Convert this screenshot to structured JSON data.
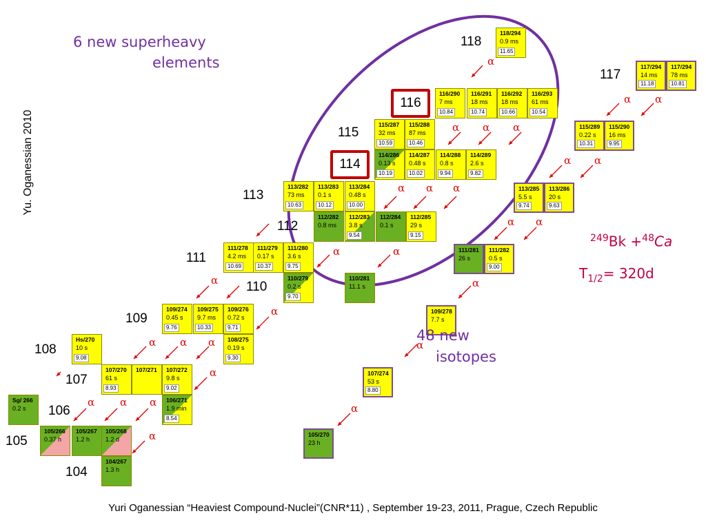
{
  "titles": {
    "new_elements_line1": "6 new superheavy",
    "new_elements_line2": "elements",
    "new_isotopes_line1": "48 new",
    "new_isotopes_line2": "isotopes",
    "author_vertical": "Yu. Oganessian 2010",
    "footer": "Yuri Oganessian “Heaviest Compound-Nuclei”(CNR*11) , September 19-23, 2011, Prague, Czech Republic"
  },
  "reaction": {
    "target_mass": "249",
    "target_symbol": "Bk",
    "plus": "+",
    "projectile_mass": "48",
    "projectile_symbol": "Ca",
    "halflife_symbol": "T",
    "halflife_sub": "1/2",
    "halflife_value": "= 320d"
  },
  "z_labels": [
    "118",
    "117",
    "116",
    "115",
    "114",
    "113",
    "112",
    "111",
    "110",
    "109",
    "108",
    "107",
    "106",
    "105",
    "104"
  ],
  "highlighted_elements": [
    "116",
    "114"
  ],
  "alpha_symbol": "α",
  "colors": {
    "yellow_cell": "#ffff00",
    "green_cell": "#6ab023",
    "pink_cell": "#f4a6a6",
    "ellipse": "#7030a0",
    "arrow": "#e00000",
    "highlight_box": "#c00000",
    "reaction_text": "#c00040"
  },
  "nuclides": [
    {
      "name": "118/294",
      "halflife": "0.9 ms",
      "energy": "11.65",
      "color": "yellow"
    },
    {
      "name": "117/294",
      "halflife": "14 ms",
      "energy": "11.18",
      "color": "yellow",
      "framed": true
    },
    {
      "name": "117/294",
      "halflife": "78 ms",
      "energy": "10.81",
      "color": "yellow",
      "framed": true
    },
    {
      "name": "116/290",
      "halflife": "7 ms",
      "energy": "10.84",
      "color": "yellow"
    },
    {
      "name": "116/291",
      "halflife": "18 ms",
      "energy": "10.74",
      "color": "yellow"
    },
    {
      "name": "116/292",
      "halflife": "18 ms",
      "energy": "10.66",
      "color": "yellow"
    },
    {
      "name": "116/293",
      "halflife": "61 ms",
      "energy": "10.54",
      "color": "yellow"
    },
    {
      "name": "115/287",
      "halflife": "32 ms",
      "energy": "10.59",
      "color": "yellow"
    },
    {
      "name": "115/288",
      "halflife": "87 ms",
      "energy": "10.46",
      "color": "yellow"
    },
    {
      "name": "115/289",
      "halflife": "0.22 s",
      "energy": "10.31",
      "color": "yellow",
      "framed": true
    },
    {
      "name": "115/290",
      "halflife": "16 ms",
      "energy": "9.95",
      "color": "yellow",
      "framed": true
    },
    {
      "name": "114/286",
      "halflife": "0.13 s",
      "energy": "10.19",
      "color": "green_yellow"
    },
    {
      "name": "114/287",
      "halflife": "0.48 s",
      "energy": "10.02",
      "color": "yellow"
    },
    {
      "name": "114/288",
      "halflife": "0.8 s",
      "energy": "9.94",
      "color": "yellow"
    },
    {
      "name": "114/289",
      "halflife": "2.6 s",
      "energy": "9.82",
      "color": "yellow"
    },
    {
      "name": "113/282",
      "halflife": "73 ms",
      "energy": "10.63",
      "color": "yellow"
    },
    {
      "name": "113/283",
      "halflife": "0.1 s",
      "energy": "10.12",
      "color": "yellow"
    },
    {
      "name": "113/284",
      "halflife": "0.48 s",
      "energy": "10.00",
      "color": "yellow"
    },
    {
      "name": "113/285",
      "halflife": "5.5 s",
      "energy": "9.74",
      "color": "yellow",
      "framed": true
    },
    {
      "name": "113/286",
      "halflife": "20 s",
      "energy": "9.63",
      "color": "yellow",
      "framed": true
    },
    {
      "name": "112/282",
      "halflife": "0.8 ms",
      "energy": "",
      "color": "green"
    },
    {
      "name": "112/283",
      "halflife": "3.8 s",
      "energy": "9.54",
      "color": "yellow_green"
    },
    {
      "name": "112/284",
      "halflife": "0.1 s",
      "energy": "",
      "color": "green"
    },
    {
      "name": "112/285",
      "halflife": "29 s",
      "energy": "9.15",
      "color": "yellow"
    },
    {
      "name": "111/278",
      "halflife": "4.2 ms",
      "energy": "10.69",
      "color": "yellow"
    },
    {
      "name": "111/279",
      "halflife": "0.17 s",
      "energy": "10.37",
      "color": "yellow"
    },
    {
      "name": "111/280",
      "halflife": "3.6 s",
      "energy": "9.75",
      "color": "yellow"
    },
    {
      "name": "111/281",
      "halflife": "26 s",
      "energy": "",
      "color": "green",
      "framed": true
    },
    {
      "name": "111/282",
      "halflife": "0.5 s",
      "energy": "9.00",
      "color": "yellow",
      "framed": true
    },
    {
      "name": "110/279",
      "halflife": "0.2 s",
      "energy": "9.70",
      "color": "green_yellow"
    },
    {
      "name": "110/281",
      "halflife": "11.1 s",
      "energy": "",
      "color": "green"
    },
    {
      "name": "109/274",
      "halflife": "0.45 s",
      "energy": "9.76",
      "color": "yellow"
    },
    {
      "name": "109/275",
      "halflife": "9.7 ms",
      "energy": "10.33",
      "color": "yellow"
    },
    {
      "name": "109/276",
      "halflife": "0.72 s",
      "energy": "9.71",
      "color": "yellow"
    },
    {
      "name": "109/278",
      "halflife": "7.7 s",
      "energy": "",
      "color": "yellow",
      "framed": true
    },
    {
      "name": "108/275",
      "halflife": "0.19 s",
      "energy": "9.30",
      "color": "yellow"
    },
    {
      "name": "Hs/270",
      "halflife": "10 s",
      "energy": "9.08",
      "color": "yellow"
    },
    {
      "name": "107/270",
      "halflife": "61 s",
      "energy": "8.93",
      "color": "yellow"
    },
    {
      "name": "107/271",
      "halflife": "",
      "energy": "",
      "color": "yellow"
    },
    {
      "name": "107/272",
      "halflife": "9.8 s",
      "energy": "9.02",
      "color": "yellow"
    },
    {
      "name": "107/274",
      "halflife": "53 s",
      "energy": "8.80",
      "color": "yellow",
      "framed": true
    },
    {
      "name": "Sg/ 266",
      "halflife": "0.2 s",
      "energy": "",
      "color": "green"
    },
    {
      "name": "106/271",
      "halflife": "1.9 min",
      "energy": "8.54",
      "color": "green_yellow"
    },
    {
      "name": "105/266",
      "halflife": "0.37 h",
      "energy": "",
      "color": "green_pink"
    },
    {
      "name": "105/267",
      "halflife": "1.2 h",
      "energy": "",
      "color": "green"
    },
    {
      "name": "105/268",
      "halflife": "1.2 d",
      "energy": "",
      "color": "green_pink"
    },
    {
      "name": "105/270",
      "halflife": "23 h",
      "energy": "",
      "color": "green",
      "framed": true
    },
    {
      "name": "104/267",
      "halflife": "1.3 h",
      "energy": "",
      "color": "green"
    }
  ]
}
